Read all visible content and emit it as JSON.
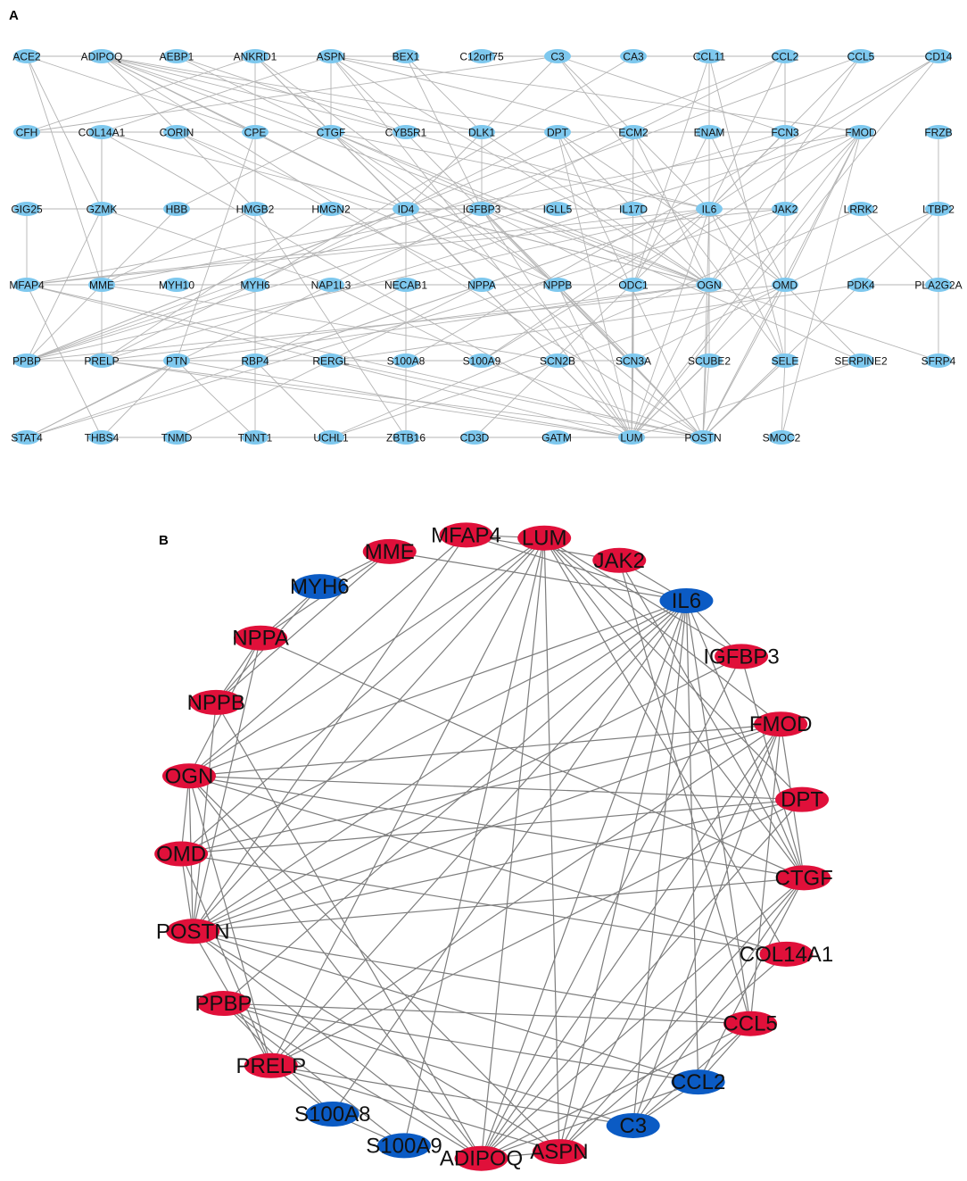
{
  "figure": {
    "panel_a_label": "A",
    "panel_b_label": "B"
  },
  "colors": {
    "a_node": "#7ec8ee",
    "a_edge": "#b4b4b4",
    "b_up": "#e0103a",
    "b_down": "#0b5bc4",
    "b_edge": "#7d7d7d"
  },
  "panel_a": {
    "rows": [
      [
        "ACE2",
        "ADIPOQ",
        "AEBP1",
        "ANKRD1",
        "ASPN",
        "BEX1",
        "C12orf75",
        "C3",
        "CA3",
        "CCL11",
        "CCL2",
        "CCL5",
        "CD14"
      ],
      [
        "CFH",
        "COL14A1",
        "CORIN",
        "CPE",
        "CTGF",
        "CYB5R1",
        "DLK1",
        "DPT",
        "ECM2",
        "ENAM",
        "FCN3",
        "FMOD",
        "FRZB"
      ],
      [
        "GIG25",
        "GZMK",
        "HBB",
        "HMGB2",
        "HMGN2",
        "ID4",
        "IGFBP3",
        "IGLL5",
        "IL17D",
        "IL6",
        "JAK2",
        "LRRK2",
        "LTBP2"
      ],
      [
        "MFAP4",
        "MME",
        "MYH10",
        "MYH6",
        "NAP1L3",
        "NECAB1",
        "NPPA",
        "NPPB",
        "ODC1",
        "OGN",
        "OMD",
        "PDK4",
        "PLA2G2A"
      ],
      [
        "PPBP",
        "PRELP",
        "PTN",
        "RBP4",
        "RERGL",
        "S100A8",
        "S100A9",
        "SCN2B",
        "SCN3A",
        "SCUBE2",
        "SELE",
        "SERPINE2",
        "SFRP4"
      ],
      [
        "STAT4",
        "THBS4",
        "TNMD",
        "TNNT1",
        "UCHL1",
        "ZBTB16",
        "CD3D",
        "GATM",
        "LUM",
        "POSTN",
        "SMOC2"
      ]
    ],
    "edges": [
      [
        "ACE2",
        "ADIPOQ"
      ],
      [
        "ADIPOQ",
        "AEBP1"
      ],
      [
        "AEBP1",
        "ANKRD1"
      ],
      [
        "ANKRD1",
        "ASPN"
      ],
      [
        "ASPN",
        "BEX1"
      ],
      [
        "C12orf75",
        "C3"
      ],
      [
        "C3",
        "CA3"
      ],
      [
        "CA3",
        "CCL11"
      ],
      [
        "CCL11",
        "CCL2"
      ],
      [
        "CCL2",
        "CCL5"
      ],
      [
        "ACE2",
        "CPE"
      ],
      [
        "ACE2",
        "GZMK"
      ],
      [
        "ACE2",
        "MME"
      ],
      [
        "ADIPOQ",
        "CTGF"
      ],
      [
        "ADIPOQ",
        "DLK1"
      ],
      [
        "ADIPOQ",
        "ID4"
      ],
      [
        "ADIPOQ",
        "IL6"
      ],
      [
        "ADIPOQ",
        "OGN"
      ],
      [
        "ADIPOQ",
        "POSTN"
      ],
      [
        "ADIPOQ",
        "HMGB2"
      ],
      [
        "ADIPOQ",
        "CPE"
      ],
      [
        "ADIPOQ",
        "DPT"
      ],
      [
        "AEBP1",
        "CTGF"
      ],
      [
        "AEBP1",
        "CYB5R1"
      ],
      [
        "ANKRD1",
        "NPPA"
      ],
      [
        "ANKRD1",
        "MYH6"
      ],
      [
        "ANKRD1",
        "NPPB"
      ],
      [
        "ANKRD1",
        "CTGF"
      ],
      [
        "ANKRD1",
        "CFH"
      ],
      [
        "ASPN",
        "LUM"
      ],
      [
        "ASPN",
        "OGN"
      ],
      [
        "ASPN",
        "POSTN"
      ],
      [
        "ASPN",
        "CTGF"
      ],
      [
        "ASPN",
        "FMOD"
      ],
      [
        "ASPN",
        "COL14A1"
      ],
      [
        "ASPN",
        "ECM2"
      ],
      [
        "BEX1",
        "DLK1"
      ],
      [
        "BEX1",
        "IGFBP3"
      ],
      [
        "C3",
        "CFH"
      ],
      [
        "C3",
        "IL6"
      ],
      [
        "C3",
        "FCN3"
      ],
      [
        "C3",
        "CCL5"
      ],
      [
        "C3",
        "ID4"
      ],
      [
        "C3",
        "SELE"
      ],
      [
        "C3",
        "CD14"
      ],
      [
        "CA3",
        "MYH6"
      ],
      [
        "CCL11",
        "IL6"
      ],
      [
        "CCL11",
        "SELE"
      ],
      [
        "CCL11",
        "ODC1"
      ],
      [
        "CCL2",
        "IL6"
      ],
      [
        "CCL2",
        "SELE"
      ],
      [
        "CCL2",
        "CCL5"
      ],
      [
        "CCL2",
        "PPBP"
      ],
      [
        "CCL2",
        "JAK2"
      ],
      [
        "CCL2",
        "STAT4"
      ],
      [
        "CCL5",
        "IL6"
      ],
      [
        "CCL5",
        "PPBP"
      ],
      [
        "CCL5",
        "OGN"
      ],
      [
        "CCL5",
        "CD14"
      ],
      [
        "CD14",
        "IL6"
      ],
      [
        "CD14",
        "S100A8"
      ],
      [
        "CD14",
        "LUM"
      ],
      [
        "CFH",
        "COL14A1"
      ],
      [
        "CFH",
        "FCN3"
      ],
      [
        "COL14A1",
        "LUM"
      ],
      [
        "COL14A1",
        "OGN"
      ],
      [
        "COL14A1",
        "GZMK"
      ],
      [
        "COL14A1",
        "PRELP"
      ],
      [
        "CORIN",
        "NPPA"
      ],
      [
        "CORIN",
        "NPPB"
      ],
      [
        "CPE",
        "ID4"
      ],
      [
        "CPE",
        "PTN"
      ],
      [
        "CTGF",
        "POSTN"
      ],
      [
        "CTGF",
        "IL6"
      ],
      [
        "CTGF",
        "OGN"
      ],
      [
        "CTGF",
        "LUM"
      ],
      [
        "CTGF",
        "SERPINE2"
      ],
      [
        "CTGF",
        "NPPB"
      ],
      [
        "CTGF",
        "ID4"
      ],
      [
        "CTGF",
        "HBB"
      ],
      [
        "DLK1",
        "IGFBP3"
      ],
      [
        "DLK1",
        "OGN"
      ],
      [
        "DPT",
        "OGN"
      ],
      [
        "DPT",
        "LUM"
      ],
      [
        "DPT",
        "POSTN"
      ],
      [
        "DPT",
        "OMD"
      ],
      [
        "DPT",
        "PRELP"
      ],
      [
        "ECM2",
        "OGN"
      ],
      [
        "ECM2",
        "LUM"
      ],
      [
        "ENAM",
        "ODC1"
      ],
      [
        "ENAM",
        "OMD"
      ],
      [
        "FCN3",
        "IL6"
      ],
      [
        "FCN3",
        "PPBP"
      ],
      [
        "FMOD",
        "LUM"
      ],
      [
        "FMOD",
        "OGN"
      ],
      [
        "FMOD",
        "POSTN"
      ],
      [
        "FMOD",
        "OMD"
      ],
      [
        "FMOD",
        "PRELP"
      ],
      [
        "FMOD",
        "MFAP4"
      ],
      [
        "FMOD",
        "SMOC2"
      ],
      [
        "FMOD",
        "S100A9"
      ],
      [
        "FRZB",
        "SFRP4"
      ],
      [
        "GIG25",
        "MFAP4"
      ],
      [
        "GIG25",
        "ID4"
      ],
      [
        "GZMK",
        "PPBP"
      ],
      [
        "GZMK",
        "NAP1L3"
      ],
      [
        "HBB",
        "IGLL5"
      ],
      [
        "HBB",
        "PPBP"
      ],
      [
        "HMGB2",
        "HMGN2"
      ],
      [
        "HMGB2",
        "MME"
      ],
      [
        "HMGN2",
        "PRELP"
      ],
      [
        "HMGB2",
        "ZBTB16"
      ],
      [
        "ID4",
        "NECAB1"
      ],
      [
        "ID4",
        "IGFBP3"
      ],
      [
        "ID4",
        "OGN"
      ],
      [
        "ID4",
        "LUM"
      ],
      [
        "ID4",
        "PPBP"
      ],
      [
        "ID4",
        "IL17D"
      ],
      [
        "IGFBP3",
        "LUM"
      ],
      [
        "IGFBP3",
        "POSTN"
      ],
      [
        "IGFBP3",
        "MME"
      ],
      [
        "IGFBP3",
        "OGN"
      ],
      [
        "IGFBP3",
        "SCN3A"
      ],
      [
        "IGFBP3",
        "ODC1"
      ],
      [
        "IL17D",
        "IGLL5"
      ],
      [
        "IL6",
        "JAK2"
      ],
      [
        "IL6",
        "LUM"
      ],
      [
        "IL6",
        "POSTN"
      ],
      [
        "IL6",
        "OMD"
      ],
      [
        "IL6",
        "SELE"
      ],
      [
        "IL6",
        "STAT4"
      ],
      [
        "IL6",
        "MFAP4"
      ],
      [
        "IL6",
        "RBP4"
      ],
      [
        "IL6",
        "CD3D"
      ],
      [
        "IL6",
        "PPBP"
      ],
      [
        "IL6",
        "OGN"
      ],
      [
        "IL6",
        "S100A9"
      ],
      [
        "IL6",
        "SERPINE2"
      ],
      [
        "JAK2",
        "STAT4"
      ],
      [
        "JAK2",
        "MFAP4"
      ],
      [
        "LRRK2",
        "UCHL1"
      ],
      [
        "LRRK2",
        "PLA2G2A"
      ],
      [
        "LTBP2",
        "SCN3A"
      ],
      [
        "LTBP2",
        "POSTN"
      ],
      [
        "MFAP4",
        "MME"
      ],
      [
        "MFAP4",
        "OGN"
      ],
      [
        "MFAP4",
        "LUM"
      ],
      [
        "MFAP4",
        "THBS4"
      ],
      [
        "MME",
        "NPPA"
      ],
      [
        "MME",
        "NPPB"
      ],
      [
        "MME",
        "SCN2B"
      ],
      [
        "MYH10",
        "MYH6"
      ],
      [
        "MYH6",
        "NPPA"
      ],
      [
        "MYH6",
        "TNNT1"
      ],
      [
        "MYH6",
        "RBP4"
      ],
      [
        "MYH6",
        "PPBP"
      ],
      [
        "NAP1L3",
        "S100A9"
      ],
      [
        "NECAB1",
        "S100A8"
      ],
      [
        "NECAB1",
        "RBP4"
      ],
      [
        "NPPA",
        "NPPB"
      ],
      [
        "NPPA",
        "TNMD"
      ],
      [
        "NPPB",
        "POSTN"
      ],
      [
        "NPPB",
        "LUM"
      ],
      [
        "ODC1",
        "LUM"
      ],
      [
        "ODC1",
        "SCN3A"
      ],
      [
        "OGN",
        "LUM"
      ],
      [
        "OGN",
        "POSTN"
      ],
      [
        "OGN",
        "PRELP"
      ],
      [
        "OGN",
        "PTN"
      ],
      [
        "OGN",
        "SCUBE2"
      ],
      [
        "OMD",
        "LUM"
      ],
      [
        "OMD",
        "POSTN"
      ],
      [
        "OMD",
        "PPBP"
      ],
      [
        "OMD",
        "UCHL1"
      ],
      [
        "PDK4",
        "RERGL"
      ],
      [
        "PDK4",
        "PLA2G2A"
      ],
      [
        "PPBP",
        "PRELP"
      ],
      [
        "PPBP",
        "S100A9"
      ],
      [
        "PRELP",
        "LUM"
      ],
      [
        "PRELP",
        "POSTN"
      ],
      [
        "PTN",
        "THBS4"
      ],
      [
        "PTN",
        "TNNT1"
      ],
      [
        "PTN",
        "STAT4"
      ],
      [
        "RBP4",
        "UCHL1"
      ],
      [
        "RBP4",
        "S100A8"
      ],
      [
        "RERGL",
        "POSTN"
      ],
      [
        "S100A8",
        "S100A9"
      ],
      [
        "S100A8",
        "ZBTB16"
      ],
      [
        "S100A9",
        "POSTN"
      ],
      [
        "SCN2B",
        "SCN3A"
      ],
      [
        "SCN3A",
        "LUM"
      ],
      [
        "SCUBE2",
        "POSTN"
      ],
      [
        "SCUBE2",
        "LUM"
      ],
      [
        "SELE",
        "POSTN"
      ],
      [
        "SELE",
        "SMOC2"
      ],
      [
        "TNMD",
        "POSTN"
      ],
      [
        "TNNT1",
        "LUM"
      ],
      [
        "UCHL1",
        "POSTN"
      ],
      [
        "CD3D",
        "GATM"
      ],
      [
        "GATM",
        "LUM"
      ],
      [
        "LUM",
        "POSTN"
      ],
      [
        "SERPINE2",
        "LUM"
      ],
      [
        "SFRP4",
        "OGN"
      ],
      [
        "MFAP4",
        "POSTN"
      ],
      [
        "THBS4",
        "POSTN"
      ],
      [
        "PRELP",
        "S100A8"
      ],
      [
        "PTN",
        "LUM"
      ]
    ]
  },
  "panel_b": {
    "nodes": [
      {
        "id": "MFAP4",
        "group": "up"
      },
      {
        "id": "LUM",
        "group": "up"
      },
      {
        "id": "JAK2",
        "group": "up"
      },
      {
        "id": "IL6",
        "group": "down"
      },
      {
        "id": "IGFBP3",
        "group": "up"
      },
      {
        "id": "FMOD",
        "group": "up"
      },
      {
        "id": "DPT",
        "group": "up"
      },
      {
        "id": "CTGF",
        "group": "up"
      },
      {
        "id": "COL14A1",
        "group": "up"
      },
      {
        "id": "CCL5",
        "group": "up"
      },
      {
        "id": "CCL2",
        "group": "down"
      },
      {
        "id": "C3",
        "group": "down"
      },
      {
        "id": "ASPN",
        "group": "up"
      },
      {
        "id": "ADIPOQ",
        "group": "up"
      },
      {
        "id": "S100A9",
        "group": "down"
      },
      {
        "id": "S100A8",
        "group": "down"
      },
      {
        "id": "PRELP",
        "group": "up"
      },
      {
        "id": "PPBP",
        "group": "up"
      },
      {
        "id": "POSTN",
        "group": "up"
      },
      {
        "id": "OMD",
        "group": "up"
      },
      {
        "id": "OGN",
        "group": "up"
      },
      {
        "id": "NPPB",
        "group": "up"
      },
      {
        "id": "NPPA",
        "group": "up"
      },
      {
        "id": "MYH6",
        "group": "down"
      },
      {
        "id": "MME",
        "group": "up"
      }
    ],
    "edges": [
      [
        "MFAP4",
        "LUM"
      ],
      [
        "MFAP4",
        "POSTN"
      ],
      [
        "MFAP4",
        "OGN"
      ],
      [
        "MFAP4",
        "IL6"
      ],
      [
        "MFAP4",
        "JAK2"
      ],
      [
        "LUM",
        "OGN"
      ],
      [
        "LUM",
        "POSTN"
      ],
      [
        "LUM",
        "OMD"
      ],
      [
        "LUM",
        "PRELP"
      ],
      [
        "LUM",
        "FMOD"
      ],
      [
        "LUM",
        "DPT"
      ],
      [
        "LUM",
        "CTGF"
      ],
      [
        "LUM",
        "ASPN"
      ],
      [
        "LUM",
        "ADIPOQ"
      ],
      [
        "LUM",
        "COL14A1"
      ],
      [
        "LUM",
        "IGFBP3"
      ],
      [
        "LUM",
        "S100A9"
      ],
      [
        "MME",
        "IL6"
      ],
      [
        "MME",
        "MYH6"
      ],
      [
        "MME",
        "NPPA"
      ],
      [
        "MME",
        "NPPB"
      ],
      [
        "MYH6",
        "NPPA"
      ],
      [
        "MYH6",
        "NPPB"
      ],
      [
        "NPPA",
        "NPPB"
      ],
      [
        "NPPA",
        "POSTN"
      ],
      [
        "NPPA",
        "CTGF"
      ],
      [
        "NPPB",
        "POSTN"
      ],
      [
        "NPPB",
        "ADIPOQ"
      ],
      [
        "IL6",
        "POSTN"
      ],
      [
        "IL6",
        "OGN"
      ],
      [
        "IL6",
        "OMD"
      ],
      [
        "IL6",
        "ADIPOQ"
      ],
      [
        "IL6",
        "CCL2"
      ],
      [
        "IL6",
        "CCL5"
      ],
      [
        "IL6",
        "C3"
      ],
      [
        "IL6",
        "CTGF"
      ],
      [
        "IL6",
        "IGFBP3"
      ],
      [
        "IL6",
        "PPBP"
      ],
      [
        "IL6",
        "PRELP"
      ],
      [
        "IL6",
        "ASPN"
      ],
      [
        "IL6",
        "JAK2"
      ],
      [
        "IL6",
        "S100A8"
      ],
      [
        "JAK2",
        "CCL5"
      ],
      [
        "JAK2",
        "CTGF"
      ],
      [
        "IGFBP3",
        "POSTN"
      ],
      [
        "IGFBP3",
        "CTGF"
      ],
      [
        "IGFBP3",
        "ADIPOQ"
      ],
      [
        "FMOD",
        "OGN"
      ],
      [
        "FMOD",
        "POSTN"
      ],
      [
        "FMOD",
        "OMD"
      ],
      [
        "FMOD",
        "PRELP"
      ],
      [
        "FMOD",
        "ASPN"
      ],
      [
        "FMOD",
        "CTGF"
      ],
      [
        "FMOD",
        "CCL5"
      ],
      [
        "FMOD",
        "ADIPOQ"
      ],
      [
        "FMOD",
        "C3"
      ],
      [
        "DPT",
        "OGN"
      ],
      [
        "DPT",
        "POSTN"
      ],
      [
        "DPT",
        "OMD"
      ],
      [
        "DPT",
        "ADIPOQ"
      ],
      [
        "DPT",
        "PRELP"
      ],
      [
        "CTGF",
        "OGN"
      ],
      [
        "CTGF",
        "POSTN"
      ],
      [
        "CTGF",
        "ADIPOQ"
      ],
      [
        "CTGF",
        "ASPN"
      ],
      [
        "CTGF",
        "CCL2"
      ],
      [
        "CTGF",
        "C3"
      ],
      [
        "COL14A1",
        "OGN"
      ],
      [
        "COL14A1",
        "ASPN"
      ],
      [
        "COL14A1",
        "OMD"
      ],
      [
        "CCL5",
        "CCL2"
      ],
      [
        "CCL5",
        "PPBP"
      ],
      [
        "CCL5",
        "C3"
      ],
      [
        "CCL5",
        "ADIPOQ"
      ],
      [
        "CCL5",
        "POSTN"
      ],
      [
        "CCL2",
        "PPBP"
      ],
      [
        "CCL2",
        "C3"
      ],
      [
        "CCL2",
        "ADIPOQ"
      ],
      [
        "CCL2",
        "POSTN"
      ],
      [
        "C3",
        "PPBP"
      ],
      [
        "C3",
        "PRELP"
      ],
      [
        "ASPN",
        "OGN"
      ],
      [
        "ASPN",
        "POSTN"
      ],
      [
        "ASPN",
        "PRELP"
      ],
      [
        "ASPN",
        "ADIPOQ"
      ],
      [
        "ADIPOQ",
        "POSTN"
      ],
      [
        "ADIPOQ",
        "OGN"
      ],
      [
        "ADIPOQ",
        "PPBP"
      ],
      [
        "S100A9",
        "S100A8"
      ],
      [
        "S100A9",
        "PPBP"
      ],
      [
        "S100A8",
        "PRELP"
      ],
      [
        "S100A8",
        "PPBP"
      ],
      [
        "PRELP",
        "OGN"
      ],
      [
        "PRELP",
        "OMD"
      ],
      [
        "PRELP",
        "POSTN"
      ],
      [
        "POSTN",
        "OGN"
      ],
      [
        "POSTN",
        "OMD"
      ],
      [
        "OMD",
        "OGN"
      ],
      [
        "NPPA",
        "OGN"
      ]
    ]
  }
}
